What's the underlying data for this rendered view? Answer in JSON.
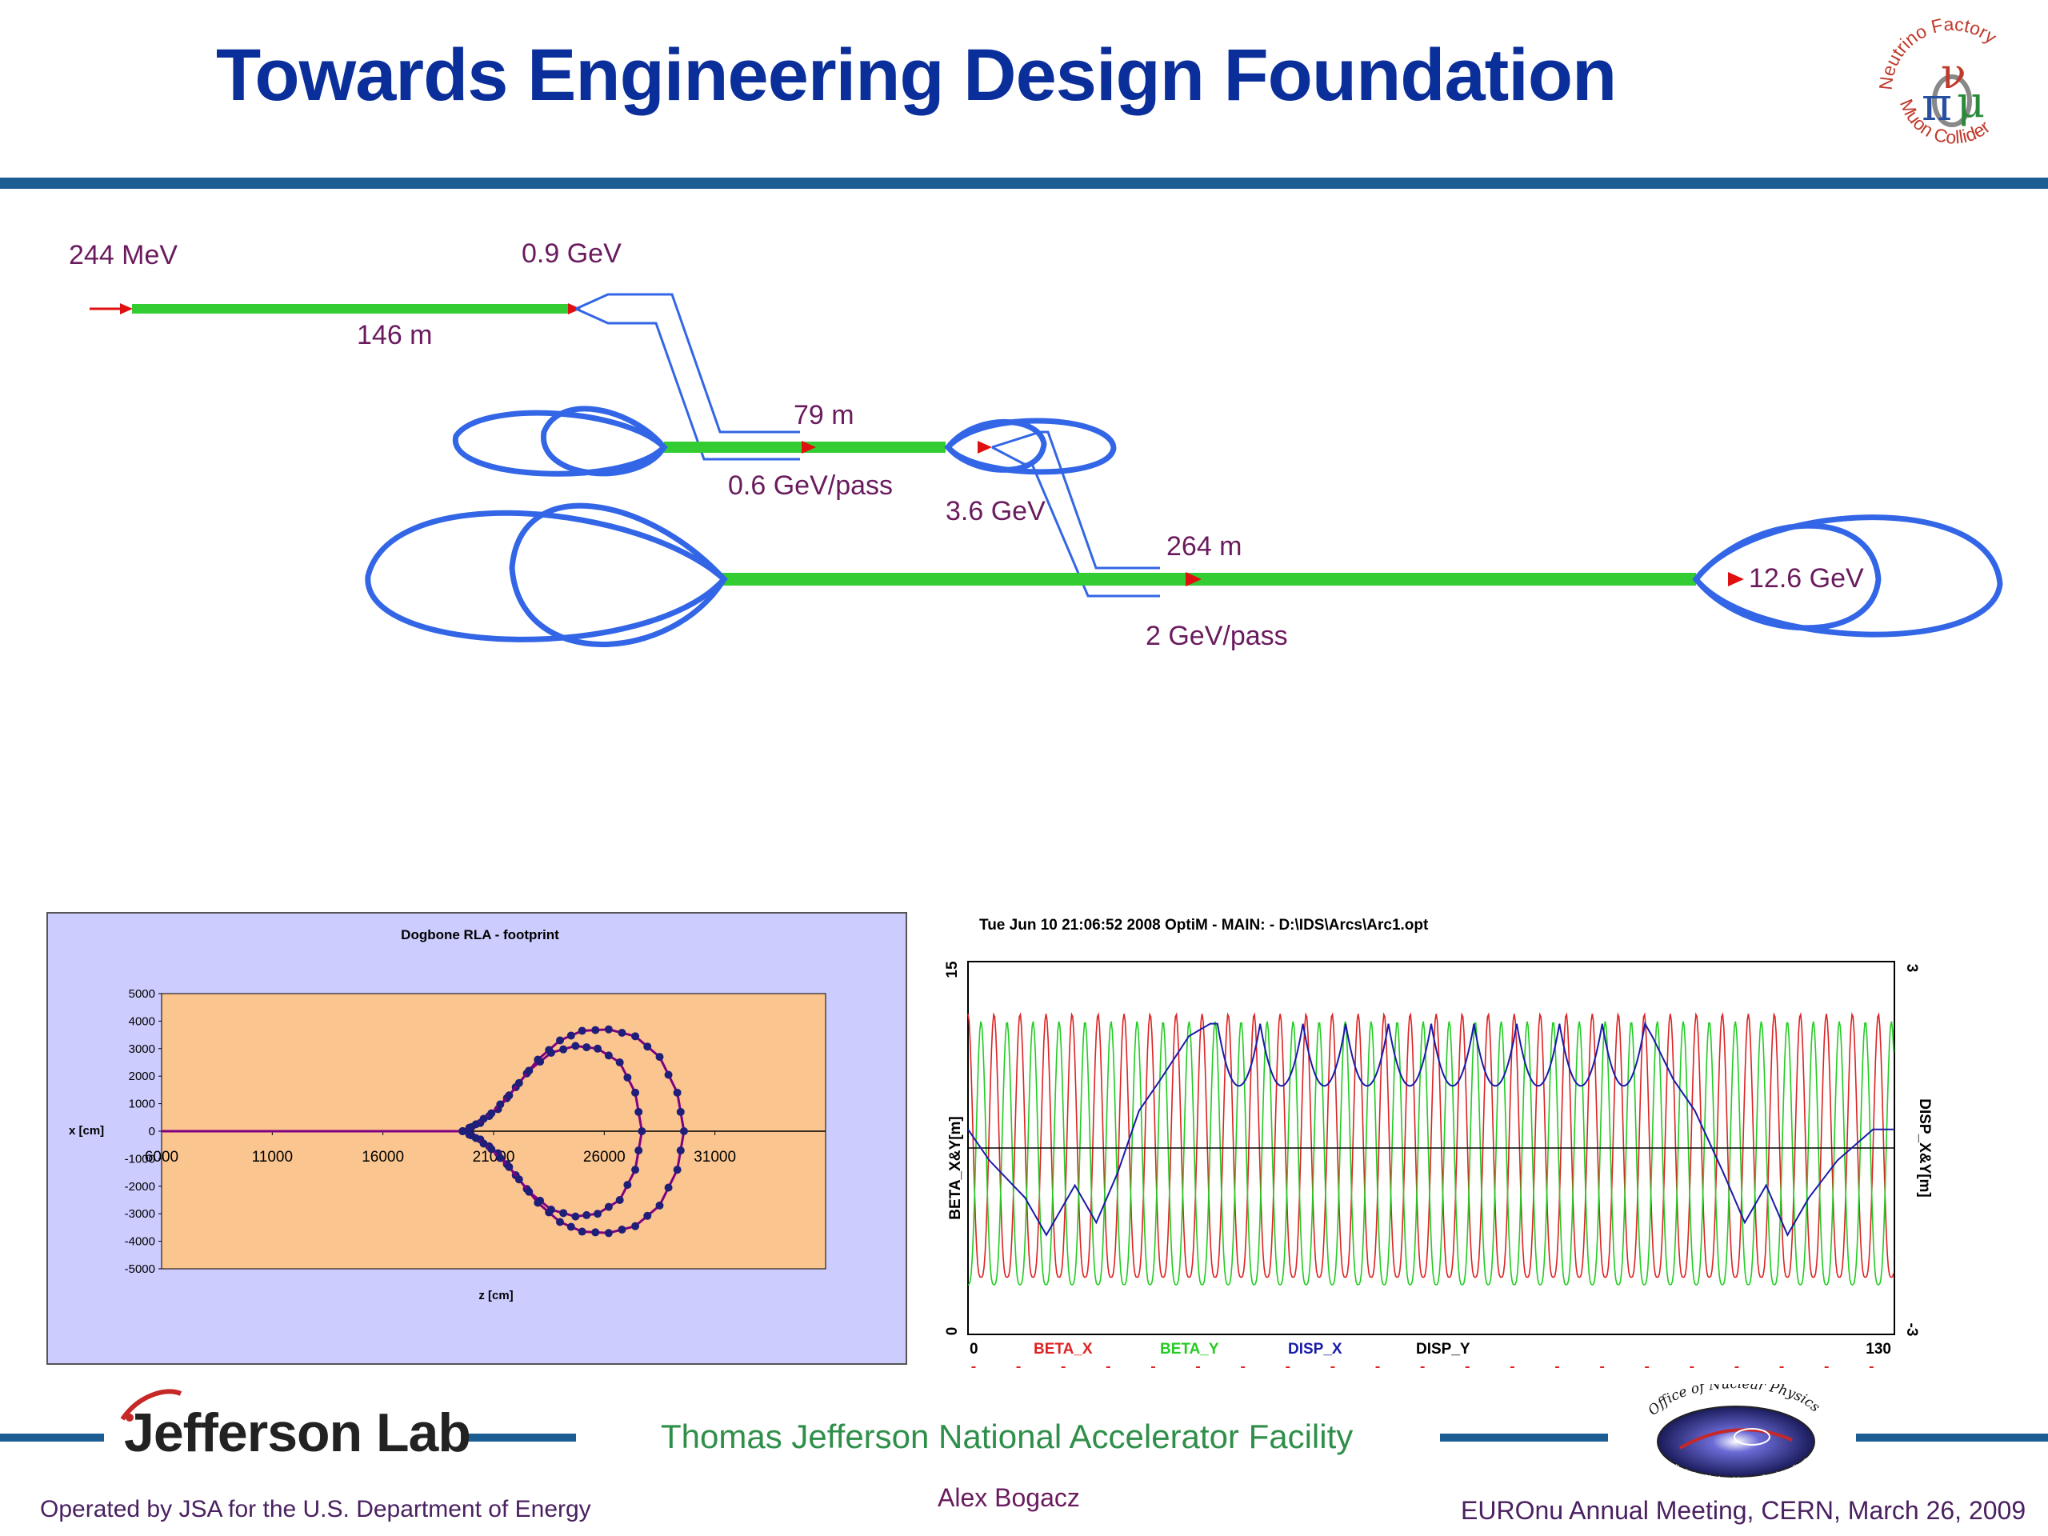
{
  "title": "Towards Engineering Design Foundation",
  "logo_nfmc": {
    "top_text": "Neutrino Factory",
    "bottom_text": "Muon Collider",
    "glyphs": [
      "π",
      "ν",
      "μ"
    ]
  },
  "schematic": {
    "labels": {
      "e_in": "244 MeV",
      "e_linac": "0.9 GeV",
      "len_linac": "146  m",
      "len_rla1": "79  m",
      "gain_rla1": "0.6 GeV/pass",
      "e_rla1": "3.6 GeV",
      "len_rla2": "264  m",
      "gain_rla2": "2 GeV/pass",
      "e_out": "12.6 GeV"
    },
    "colors": {
      "linac": "#33cc33",
      "arc": "#3366e6",
      "arrow": "#e01010"
    }
  },
  "chart_data": [
    {
      "type": "scatter",
      "title": "Dogbone RLA - footprint",
      "xlabel": "z [cm]",
      "ylabel": "x [cm]",
      "xlim": [
        6000,
        36000
      ],
      "ylim": [
        -5000,
        5000
      ],
      "x_ticks": [
        "6000",
        "11000",
        "16000",
        "21000",
        "26000",
        "31000"
      ],
      "y_ticks": [
        "5000",
        "4000",
        "3000",
        "2000",
        "1000",
        "0",
        "-1000",
        "-2000",
        "-3000",
        "-4000",
        "-5000"
      ],
      "grid": false,
      "colors": {
        "plot_bg": "#fbc590",
        "frame_bg": "#ccccff",
        "line": "#800080",
        "marker": "#1f1f7a"
      },
      "series": [
        {
          "x": [
            6000,
            19500
          ],
          "y": [
            0,
            0
          ]
        },
        {
          "x": [
            19600,
            20400,
            21200,
            22000,
            23000,
            24000,
            25000,
            26200,
            27400,
            28500,
            29300,
            29600,
            29300,
            28500,
            27400,
            26200,
            25000,
            24000,
            23000,
            22000,
            21200,
            20400,
            19600
          ],
          "y": [
            0,
            300,
            800,
            1600,
            2600,
            3300,
            3650,
            3700,
            3450,
            2700,
            1400,
            0,
            -1400,
            -2700,
            -3450,
            -3700,
            -3650,
            -3300,
            -2600,
            -1600,
            -800,
            -300,
            0
          ]
        },
        {
          "x": [
            19600,
            20200,
            20900,
            21700,
            22600,
            23600,
            24700,
            25700,
            26700,
            27400,
            27700,
            27400,
            26700,
            25700,
            24700,
            23600,
            22600,
            21700,
            20900,
            20200,
            19600
          ],
          "y": [
            0,
            250,
            650,
            1300,
            2200,
            2850,
            3100,
            3000,
            2500,
            1400,
            0,
            -1400,
            -2500,
            -3000,
            -3100,
            -2850,
            -2200,
            -1300,
            -650,
            -250,
            0
          ]
        }
      ]
    },
    {
      "type": "line",
      "title": "Tue Jun 10 21:06:52 2008     OptiM - MAIN: - D:\\IDS\\Arcs\\Arc1.opt",
      "ylabel": "BETA_X&Y[m]",
      "y2label": "DISP_X&Y[m]",
      "xlim": [
        0,
        130
      ],
      "ylim": [
        0,
        15
      ],
      "y2lim": [
        -3,
        3
      ],
      "x_ticks": [
        "0",
        "130"
      ],
      "y_ticks": [
        "0",
        "15"
      ],
      "y2_ticks": [
        "-3",
        "3"
      ],
      "legend": [
        "BETA_X",
        "BETA_Y",
        "DISP_X",
        "DISP_Y"
      ],
      "colors": {
        "BETA_X": "#dd2222",
        "BETA_Y": "#22cc22",
        "DISP_X": "#1a1aaa",
        "DISP_Y": "#000000"
      },
      "beta_period": 3.65,
      "beta_x_min": 2.3,
      "beta_x_max": 12.9,
      "beta_y_min": 2.0,
      "beta_y_max": 12.6,
      "disp_x": {
        "x": [
          0,
          3,
          8,
          11,
          15,
          18,
          21,
          24,
          27,
          31,
          34,
          35,
          95,
          96,
          99,
          102,
          106,
          109,
          112,
          115,
          118,
          122,
          127,
          130
        ],
        "y": [
          0.3,
          -0.2,
          -0.8,
          -1.4,
          -0.6,
          -1.2,
          -0.4,
          0.6,
          1.1,
          1.8,
          2.0,
          2.0,
          2.0,
          1.8,
          1.1,
          0.6,
          -0.4,
          -1.2,
          -0.6,
          -1.4,
          -0.8,
          -0.2,
          0.3,
          0.3
        ]
      },
      "disp_x_scallop": {
        "x_start": 35,
        "x_end": 95,
        "period": 6.0,
        "min": 1.0,
        "max": 2.0
      },
      "disp_y": {
        "x": [
          0,
          130
        ],
        "y": [
          0,
          0
        ]
      }
    }
  ],
  "footer": {
    "jlab_logo": "Jefferson Lab",
    "facility": "Thomas Jefferson National Accelerator Facility",
    "author": "Alex Bogacz",
    "operated_by": "Operated by JSA for the U.S. Department of Energy",
    "meeting": "EUROnu Annual Meeting, CERN, March 26, 2009",
    "np_logo_top": "Office of Nuclear Physics",
    "np_logo_bottom": "Exploring Nuclear Matter - Quarks to Stars"
  }
}
